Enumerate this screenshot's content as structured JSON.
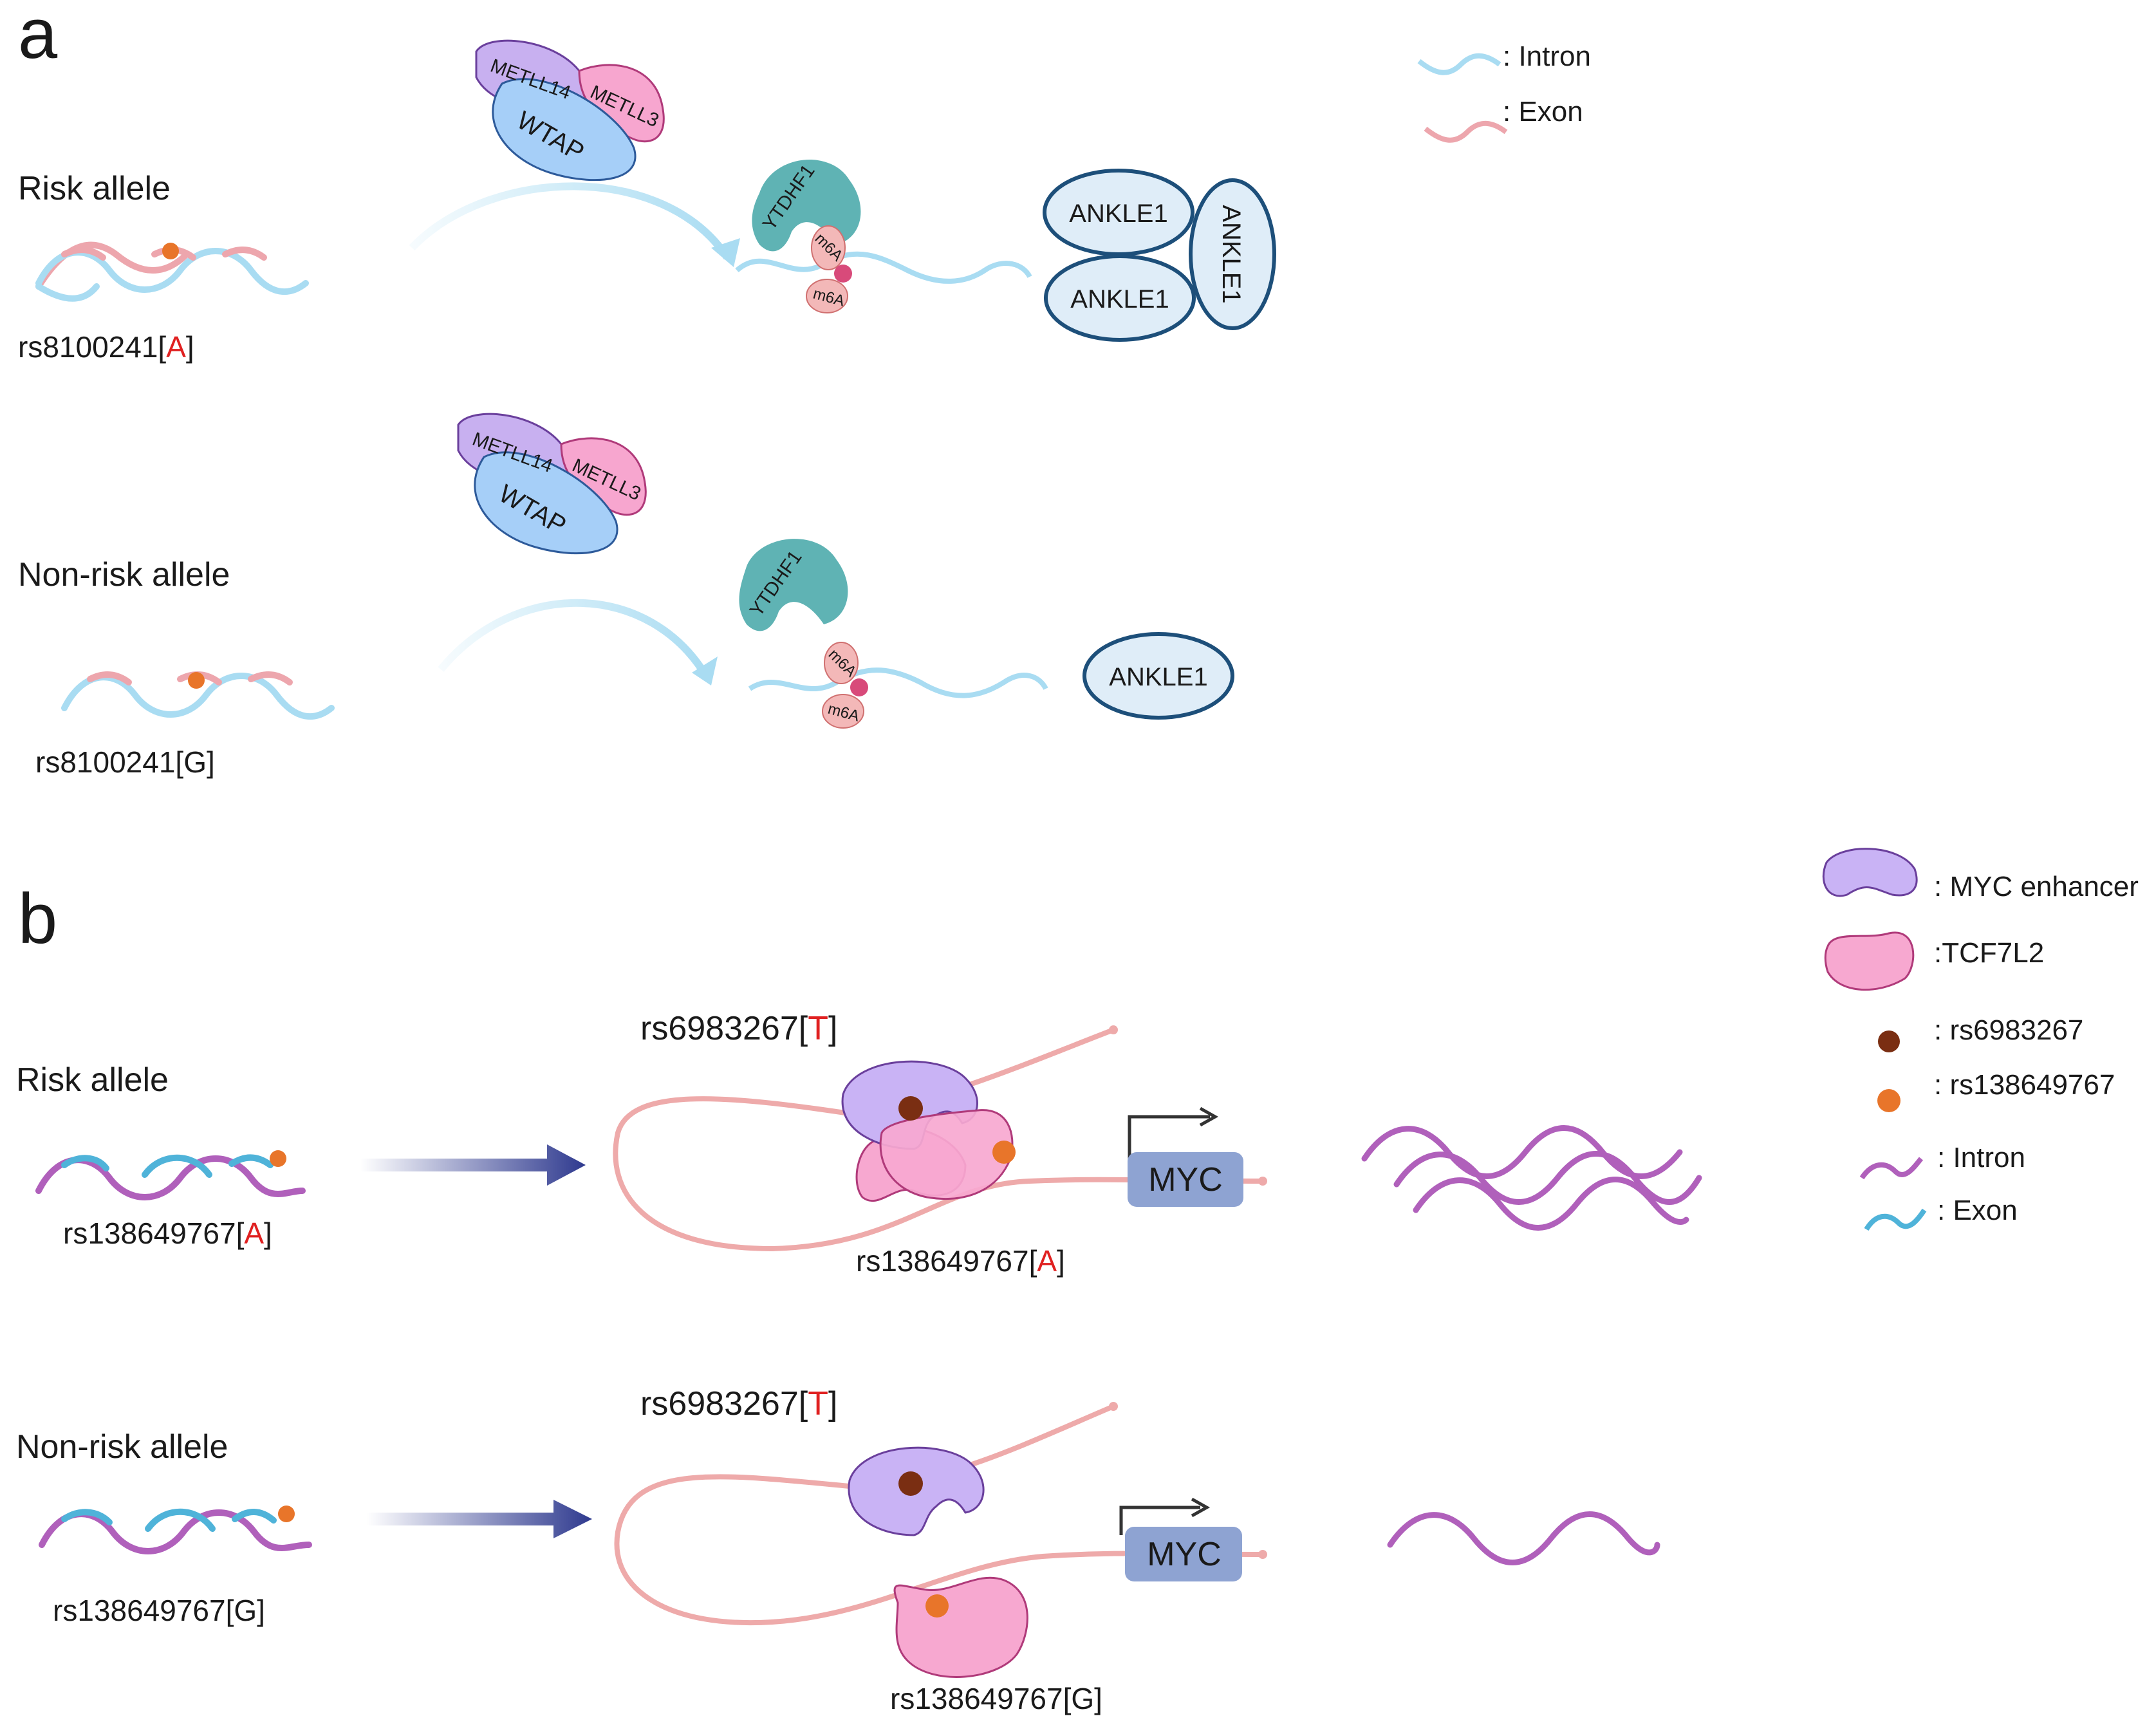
{
  "panels": {
    "a": "a",
    "b": "b"
  },
  "a": {
    "risk_label": "Risk allele",
    "nonrisk_label": "Non-risk allele",
    "risk_snp": {
      "prefix": "rs8100241[",
      "allele": "A",
      "suffix": "]"
    },
    "nonrisk_snp": {
      "prefix": "rs8100241[",
      "allele": "G",
      "suffix": "]"
    },
    "writer": {
      "metll14": "METLL14",
      "metll3": "METLL3",
      "wtap": "WTAP"
    },
    "reader": "YTDHF1",
    "m6a": "m6A",
    "ankle": "ANKLE1",
    "legend": {
      "intron": ": Intron",
      "exon": ": Exon"
    }
  },
  "b": {
    "risk_label": "Risk allele",
    "nonrisk_label": "Non-risk allele",
    "risk_snp": {
      "prefix": "rs138649767[",
      "allele": "A",
      "suffix": "]"
    },
    "nonrisk_snp": {
      "prefix": "rs138649767[",
      "allele": "G",
      "suffix": "]"
    },
    "enh_snp": {
      "prefix": "rs6983267[",
      "allele": "T",
      "suffix": "]"
    },
    "myc": "MYC",
    "legend": {
      "enhancer": ": MYC enhancer",
      "tcf": ":TCF7L2",
      "rs69": ": rs6983267",
      "rs13": ": rs138649767",
      "intron": ": Intron",
      "exon": ": Exon"
    }
  },
  "colors": {
    "intron_a": "#a9dcf2",
    "exon_a": "#eda6ad",
    "intron_b": "#b060bb",
    "exon_b": "#4fb3d9",
    "enhancer": "#c9b3f5",
    "tcf": "#f7a8d0",
    "rs69_dot": "#7a2e12",
    "rs13_dot": "#e8752a",
    "myc_box": "#8ea3d2",
    "ankle": "#dfedf8",
    "ankle_stroke": "#1d4f7a",
    "ytdhf": "#5fb3b4",
    "wtap": "#a6cff8",
    "metll14": "#c8b0f0",
    "metll3": "#f7a6cf",
    "dna_loop": "#eeaaaa",
    "arrow_b": "#2f3a8f"
  }
}
